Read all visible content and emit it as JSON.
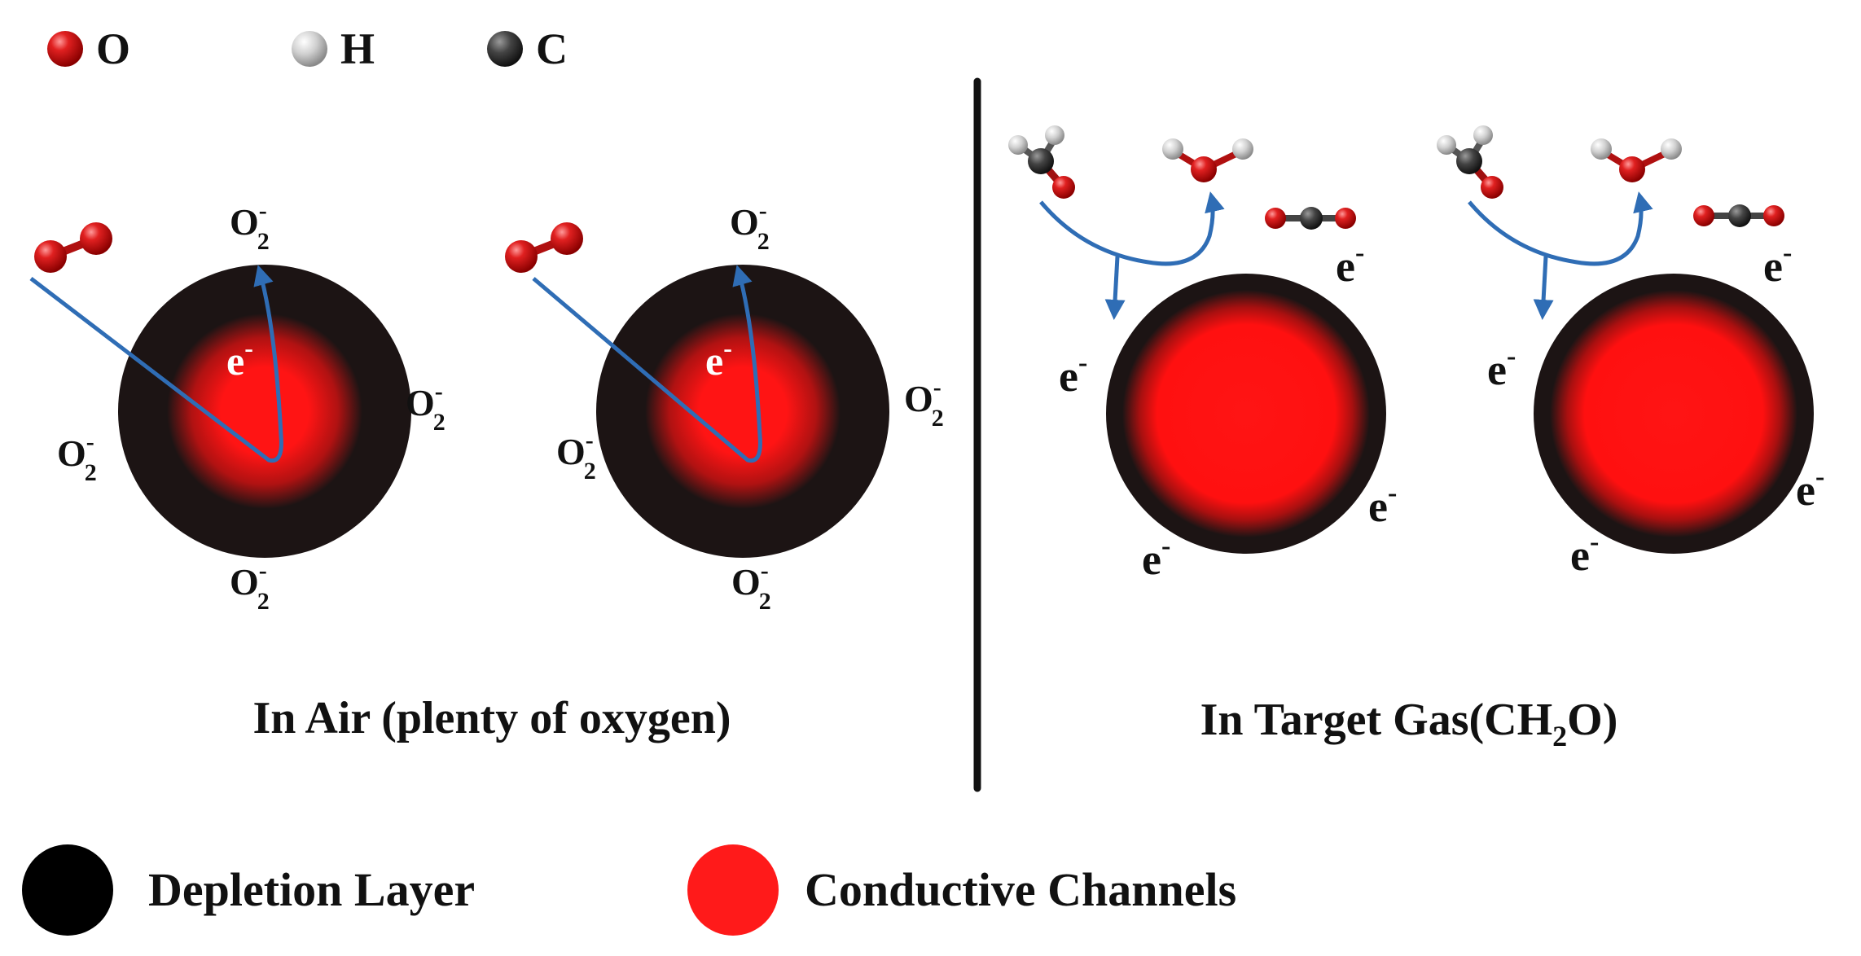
{
  "legend_atoms": [
    {
      "symbol": "O",
      "color": "#d81b1b"
    },
    {
      "symbol": "H",
      "color": "#d8d8d8"
    },
    {
      "symbol": "C",
      "color": "#3a3a3a"
    }
  ],
  "panels": {
    "air": {
      "caption": "In Air (plenty of oxygen)"
    },
    "gas": {
      "caption_prefix": "In Target Gas(CH",
      "caption_subscript": "2",
      "caption_suffix": "O)"
    }
  },
  "species": {
    "oxygen_ion_base": "O",
    "oxygen_ion_sub": "2",
    "oxygen_ion_sup": "-",
    "electron_base": "e",
    "electron_sup": "-"
  },
  "legend_layers": [
    {
      "label": "Depletion Layer",
      "color": "#000000"
    },
    {
      "label": "Conductive Channels",
      "color": "#ff1a1a"
    }
  ],
  "colors": {
    "arrow": "#2f6db5",
    "depletion": "#1c1414",
    "channel": "#ff1414",
    "divider": "#111111"
  }
}
